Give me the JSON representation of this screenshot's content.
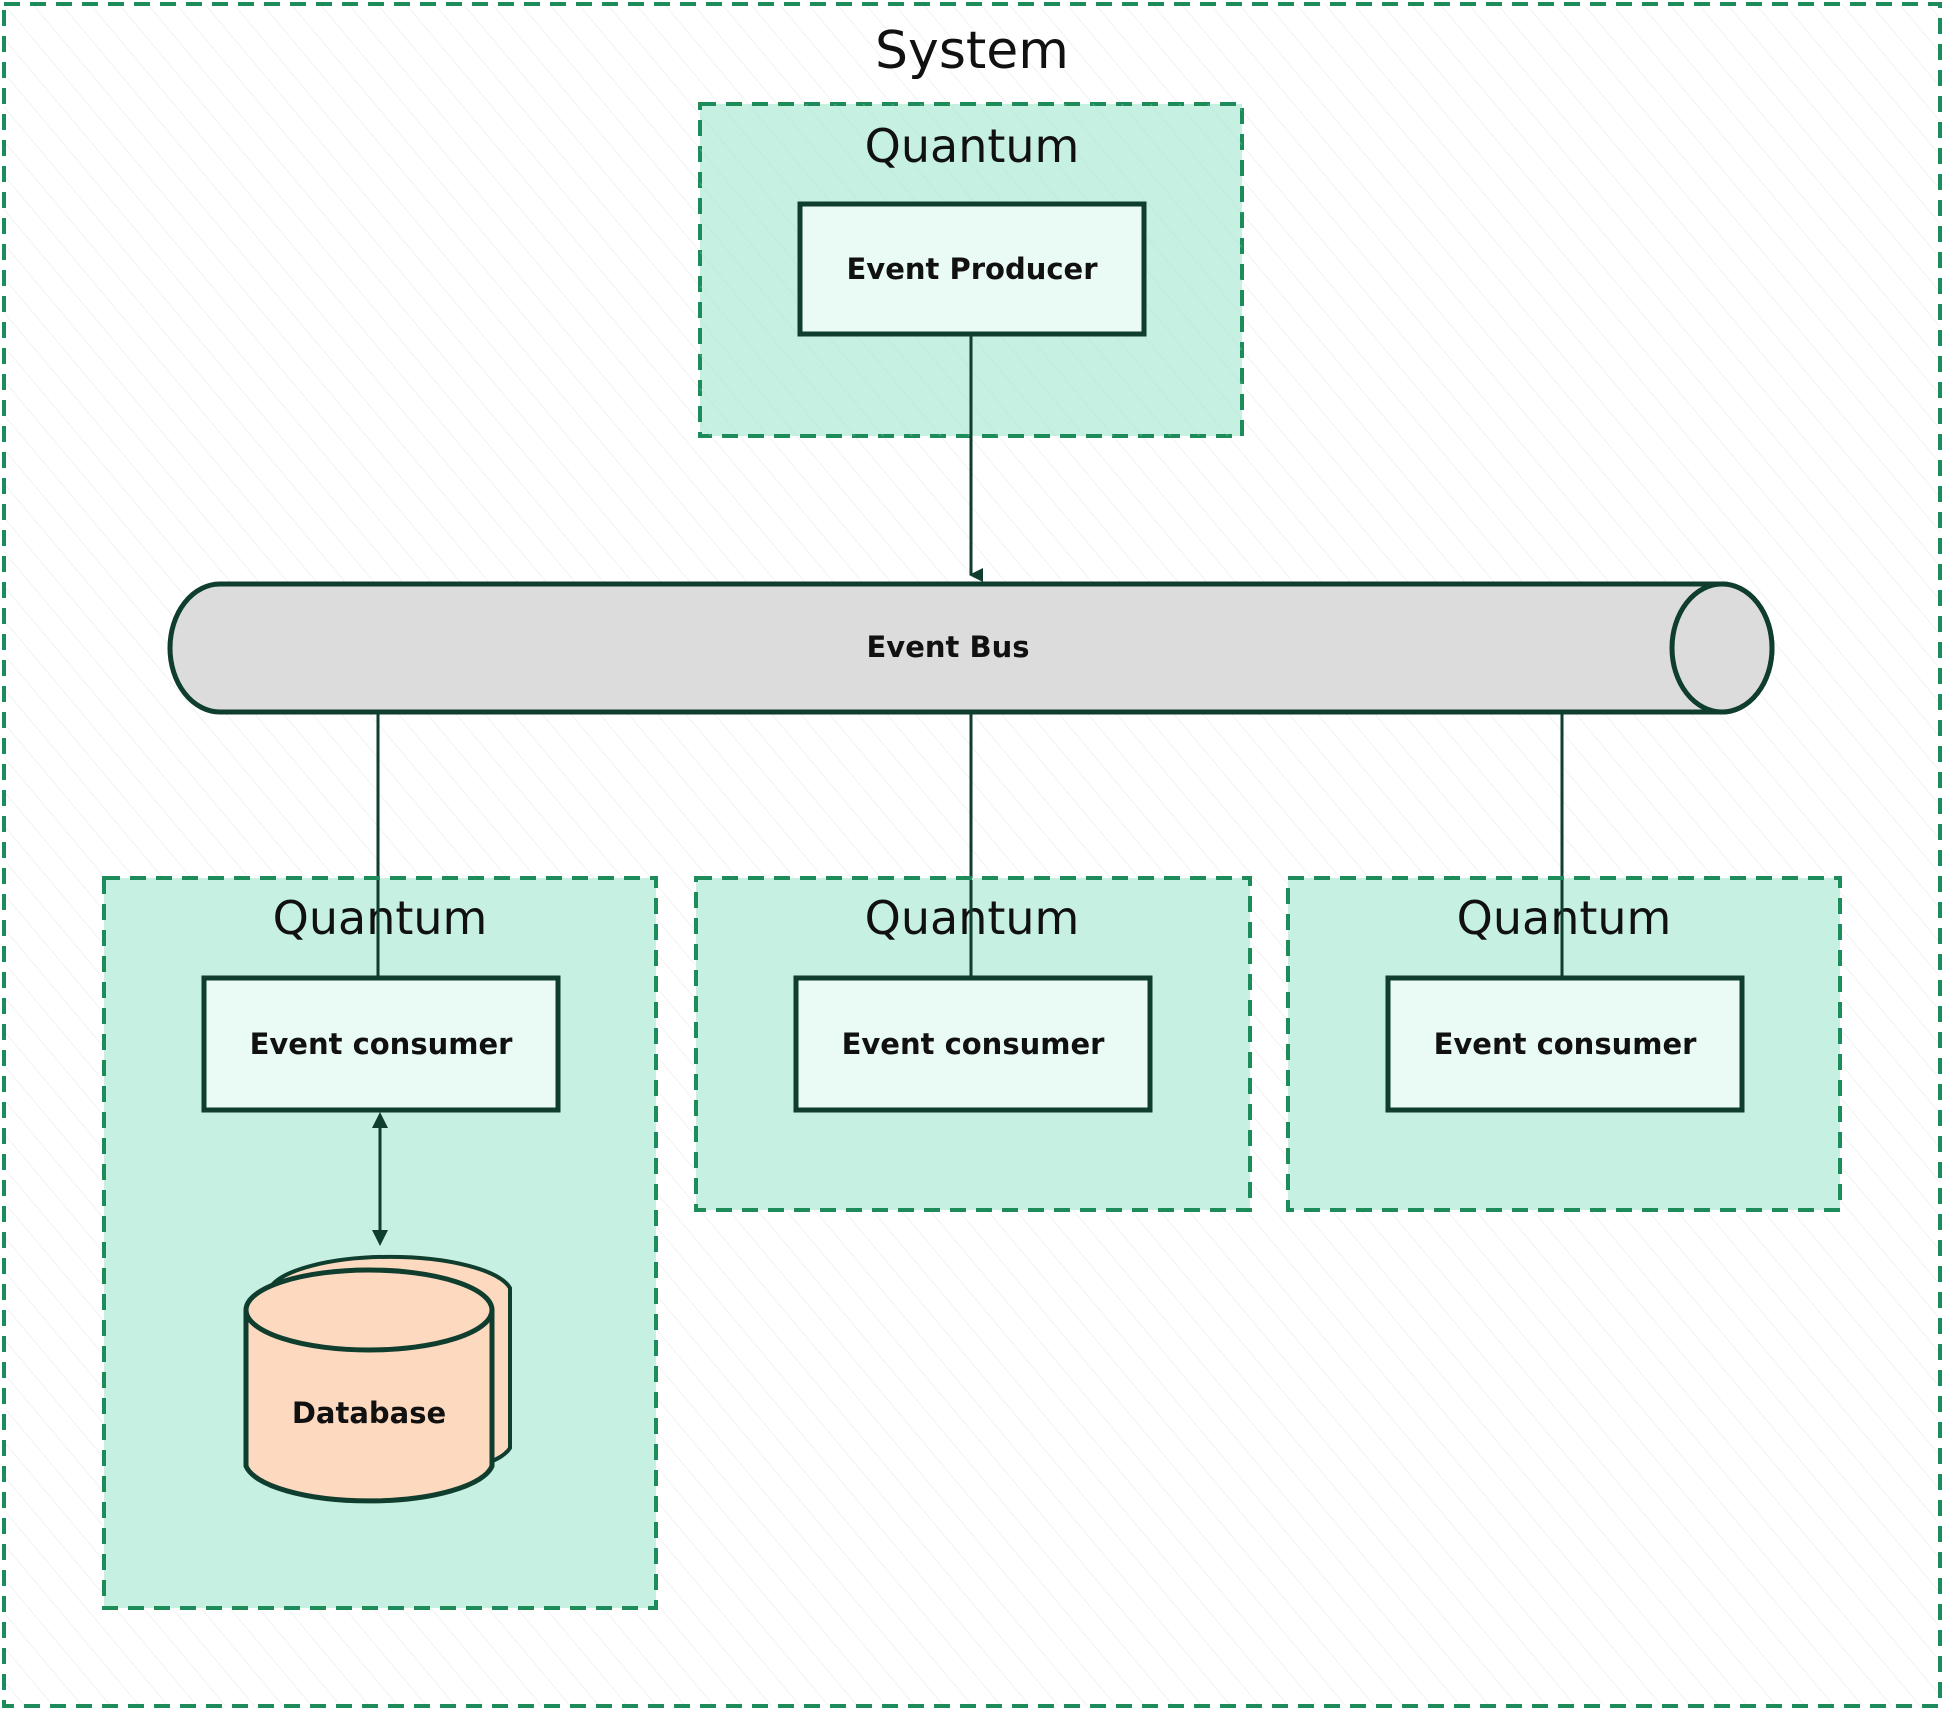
{
  "system": {
    "label": "System"
  },
  "producer_quantum": {
    "label": "Quantum",
    "box_label": "Event Producer"
  },
  "event_bus": {
    "label": "Event Bus"
  },
  "consumer_quanta": [
    {
      "label": "Quantum",
      "box_label": "Event consumer"
    },
    {
      "label": "Quantum",
      "box_label": "Event consumer"
    },
    {
      "label": "Quantum",
      "box_label": "Event consumer"
    }
  ],
  "database": {
    "label": "Database"
  },
  "colors": {
    "border_green": "#1e8c5a",
    "quantum_fill": "#c6f0e2",
    "box_fill": "#eafbf5",
    "stroke": "#0f3d2e",
    "bus_fill": "#dddcdc",
    "db_fill": "#fdd9c0"
  }
}
